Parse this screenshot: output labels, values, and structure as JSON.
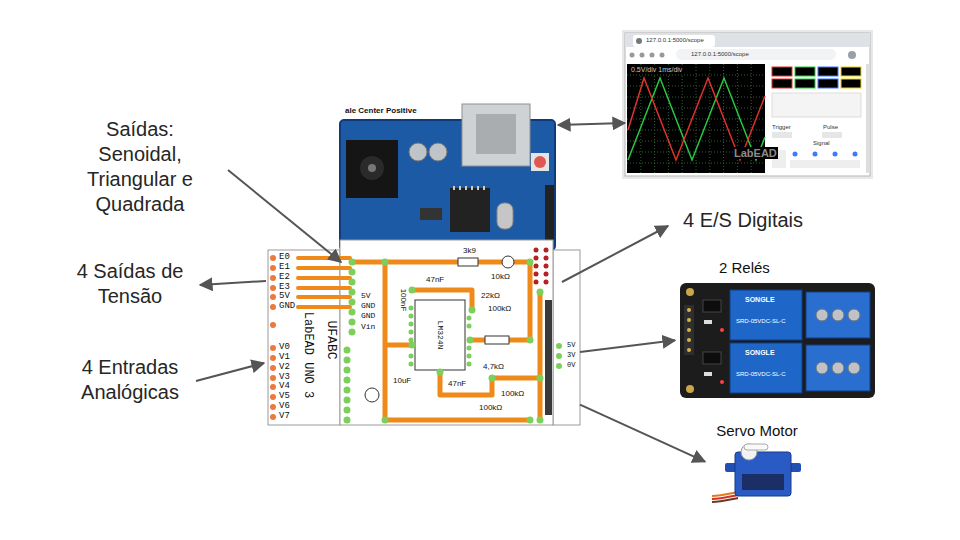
{
  "diagram": {
    "nodes": [
      {
        "text": [
          "ale Center Positive"
        ]
      },
      {
        "text": [
          "UFABC",
          "LabEAD UNO 3"
        ]
      },
      {
        "text": [
          "LabEAD"
        ]
      },
      {
        "text": [
          "2 Relés"
        ]
      },
      {
        "text": [
          "Servo Motor"
        ]
      }
    ],
    "edges": [
      {
        "from": 0,
        "to": 2,
        "arrow": "both"
      },
      {
        "from": 1,
        "to": 3,
        "arrow": "to"
      },
      {
        "from": 1,
        "to": 4,
        "arrow": "to"
      }
    ],
    "labels": [
      "Saídas: Senoidal, Triangular e Quadrada",
      "4 Saídas de Tensão",
      "4 Entradas Analógicas",
      "4 E/S Digitais",
      "E0",
      "E1",
      "E2",
      "E3",
      "5V",
      "GND",
      "V0",
      "V1",
      "V2",
      "V3",
      "V4",
      "V5",
      "V6",
      "V7",
      "5V",
      "GND",
      "GND",
      "Vin",
      "3k9",
      "10kΩ",
      "22kΩ",
      "47nF",
      "100kΩ",
      "100nF",
      "LM324N",
      "10uF",
      "47nF",
      "4,7kΩ",
      "100kΩ",
      "100kΩ",
      "5V",
      "3V",
      "0V",
      "127.0.0.1:5000/scope",
      "127.0.0.1:5000/scope",
      "0.5V/div 1ms/div",
      "Trigger",
      "Pulse",
      "Signal",
      "SONGLE",
      "SRD-05VDC-SL-C",
      "SONGLE",
      "SRD-05VDC-SL-C"
    ]
  }
}
